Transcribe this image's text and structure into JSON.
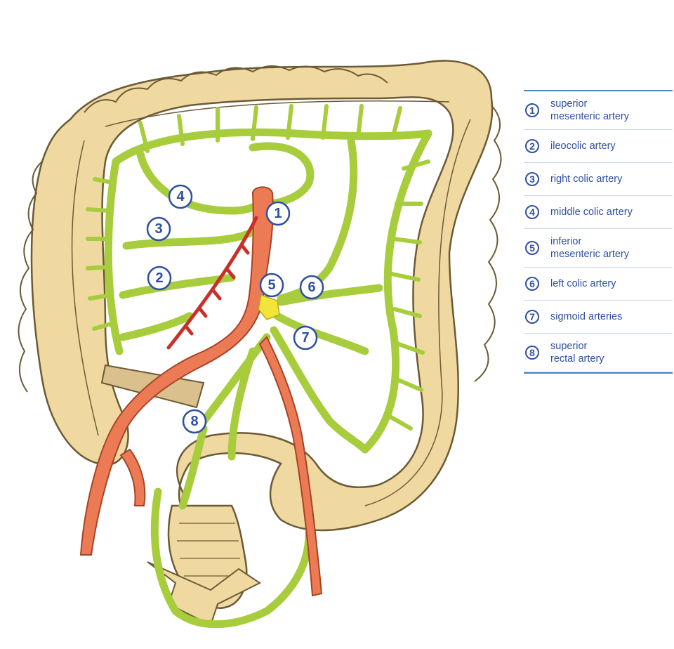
{
  "markers": [
    {
      "number": "1",
      "label": "superior mesenteric artery"
    },
    {
      "number": "2",
      "label": "ileocolic artery"
    },
    {
      "number": "3",
      "label": "right colic artery"
    },
    {
      "number": "4",
      "label": "middle colic artery"
    },
    {
      "number": "5",
      "label": "inferior mesenteric artery"
    },
    {
      "number": "6",
      "label": "left colic artery"
    },
    {
      "number": "7",
      "label": "sigmoid arteries"
    },
    {
      "number": "8",
      "label": "superior rectal artery"
    }
  ],
  "legend": [
    {
      "number": "1",
      "line1": "superior",
      "line2": "mesenteric artery"
    },
    {
      "number": "2",
      "line1": "ileocolic artery",
      "line2": ""
    },
    {
      "number": "3",
      "line1": "right colic artery",
      "line2": ""
    },
    {
      "number": "4",
      "line1": "middle colic artery",
      "line2": ""
    },
    {
      "number": "5",
      "line1": "inferior",
      "line2": "mesenteric artery"
    },
    {
      "number": "6",
      "line1": "left colic artery",
      "line2": ""
    },
    {
      "number": "7",
      "line1": "sigmoid arteries",
      "line2": ""
    },
    {
      "number": "8",
      "line1": "superior",
      "line2": "rectal artery"
    }
  ],
  "colors": {
    "colon": "#efd9a1",
    "colon_outline": "#6b5a35",
    "vessels_green": "#a7cc3c",
    "vessels_outline": "#4f6b18",
    "artery": "#ec7a55",
    "artery_outline": "#a64326",
    "marker": "#2f4fa3",
    "legend_rule": "#4f82c4"
  }
}
